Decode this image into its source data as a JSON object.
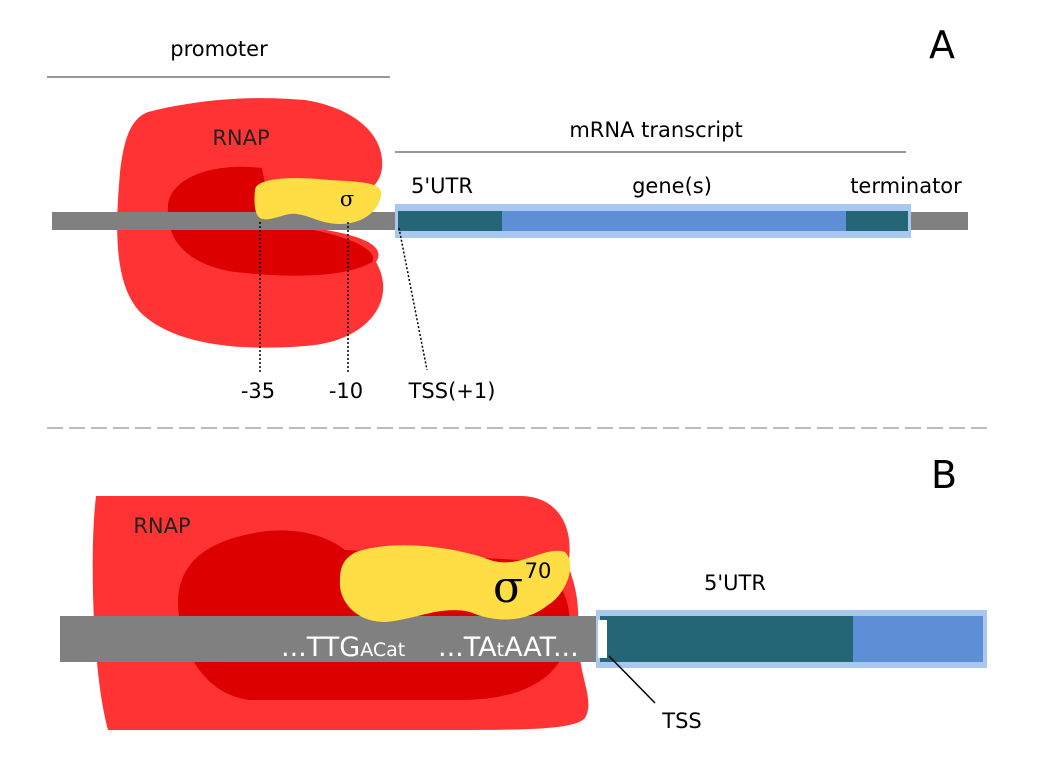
{
  "panel_a": {
    "letter": "A",
    "promoter_label": "promoter",
    "transcript_label": "mRNA transcript",
    "rnap_label": "RNAP",
    "sigma_label": "σ",
    "utr_label": "5'UTR",
    "genes_label": "gene(s)",
    "terminator_label": "terminator",
    "marker_35": "-35",
    "marker_10": "-10",
    "tss_label": "TSS(+1)"
  },
  "panel_b": {
    "letter": "B",
    "rnap_label": "RNAP",
    "sigma_symbol": "σ",
    "sigma_superscript": "70",
    "utr_label": "5'UTR",
    "tss_label": "TSS",
    "seq_35": {
      "dots": "...",
      "big": "TTG",
      "small": "ACat"
    },
    "seq_10": {
      "dots": "...",
      "big1": "TA",
      "small": "t",
      "big2": "AAT",
      "trail": "..."
    }
  },
  "colors": {
    "rnap_outer": "#ff3333",
    "rnap_inner": "#dd0000",
    "sigma": "#ffdd44",
    "dna": "#808080",
    "transcript_light": "#5e8fd6",
    "transcript_glow": "#a8c8f0",
    "utr_dark": "#246676",
    "separator": "#bbbbbb"
  }
}
